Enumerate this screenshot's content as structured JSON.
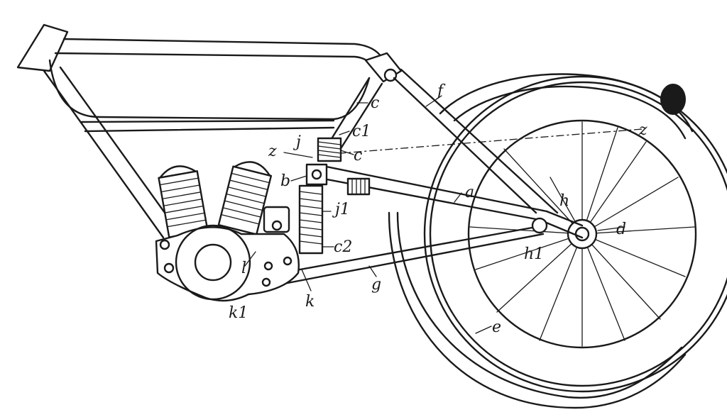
{
  "labels": {
    "a": "a",
    "b": "b",
    "c": "c",
    "c1": "c1",
    "c_lower": "c",
    "c2": "c2",
    "d": "d",
    "e": "e",
    "f": "f",
    "g": "g",
    "h": "h",
    "h1": "h1",
    "j": "j",
    "j1": "j1",
    "k": "k",
    "k1": "k1",
    "l": "l",
    "z_left": "z",
    "z_right": "z"
  }
}
